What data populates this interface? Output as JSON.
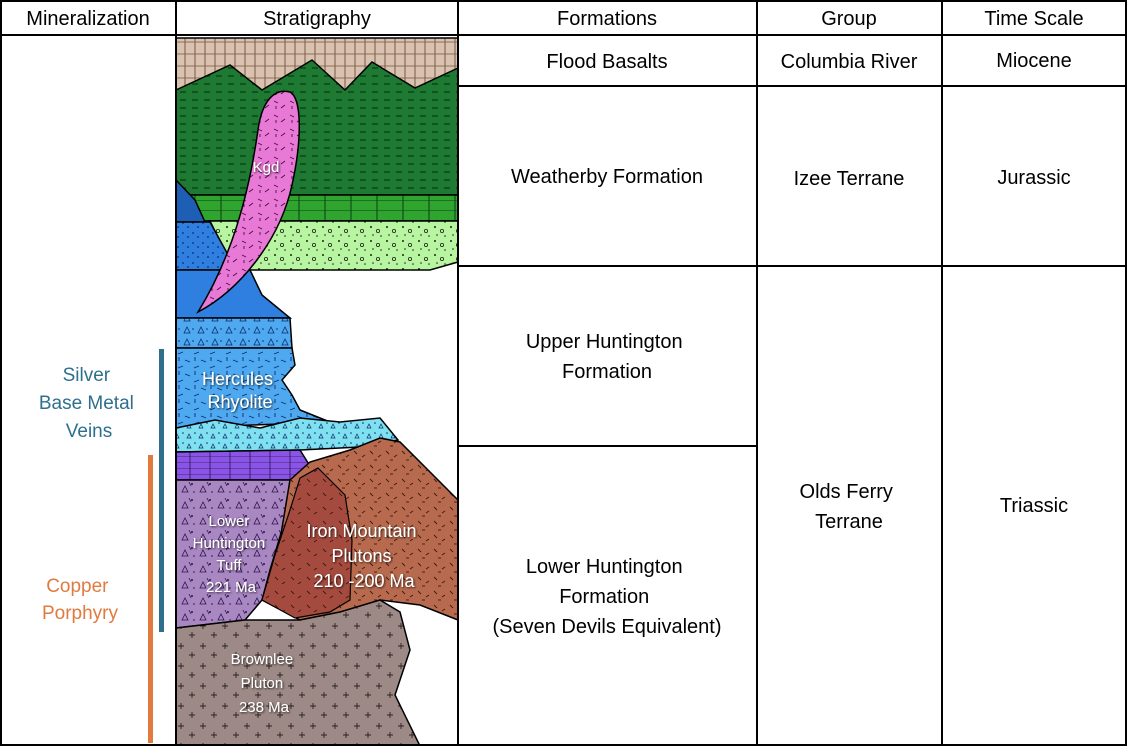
{
  "headers": {
    "mineralization": "Mineralization",
    "stratigraphy": "Stratigraphy",
    "formations": "Formations",
    "group": "Group",
    "time_scale": "Time Scale"
  },
  "formations": [
    {
      "lines": [
        "Flood Basalts"
      ]
    },
    {
      "lines": [
        "Weatherby Formation"
      ]
    },
    {
      "lines": [
        "Upper Huntington",
        "Formation"
      ]
    },
    {
      "lines": [
        "Lower Huntington",
        "Formation",
        "(Seven Devils Equivalent)"
      ]
    }
  ],
  "groups": [
    {
      "lines": [
        "Columbia River"
      ]
    },
    {
      "lines": [
        "Izee Terrane"
      ]
    },
    {
      "lines": [
        "Olds Ferry",
        "Terrane"
      ]
    }
  ],
  "time_scale": [
    {
      "lines": [
        "Miocene"
      ]
    },
    {
      "lines": [
        "Jurassic"
      ]
    },
    {
      "lines": [
        "Triassic"
      ]
    }
  ],
  "units": {
    "kgd": "Kgd",
    "hercules": [
      "Hercules",
      "Rhyolite"
    ],
    "lower_tuff": [
      "Lower",
      "Huntington",
      "Tuff",
      "221 Ma"
    ],
    "iron_mountain": [
      "Iron Mountain",
      "Plutons",
      "210 -200 Ma"
    ],
    "brownlee": [
      "Brownlee",
      "Pluton",
      "238 Ma"
    ]
  },
  "mineralization": {
    "silver": {
      "lines": [
        "Silver",
        "Base Metal",
        "Veins"
      ],
      "color": "#2e6f8e"
    },
    "copper": {
      "lines": [
        "Copper",
        "Porphyry"
      ],
      "color": "#e07a3f"
    }
  },
  "colors": {
    "basalt": "#d9c3b0",
    "green_dark": "#1e7a32",
    "green_bright": "#2fa52f",
    "green_light": "#b7f5a0",
    "blue_dark": "#1e5fb5",
    "blue_mid": "#2f7fe0",
    "blue_light": "#4ea9f0",
    "cyan": "#7fe0f0",
    "kgd_pink": "#e879d6",
    "purple": "#8a55e6",
    "tuff_lilac": "#a988c2",
    "iron_brown": "#b86a4e",
    "iron_dark": "#a54a3e",
    "brownlee_gray": "#9d8a86"
  }
}
